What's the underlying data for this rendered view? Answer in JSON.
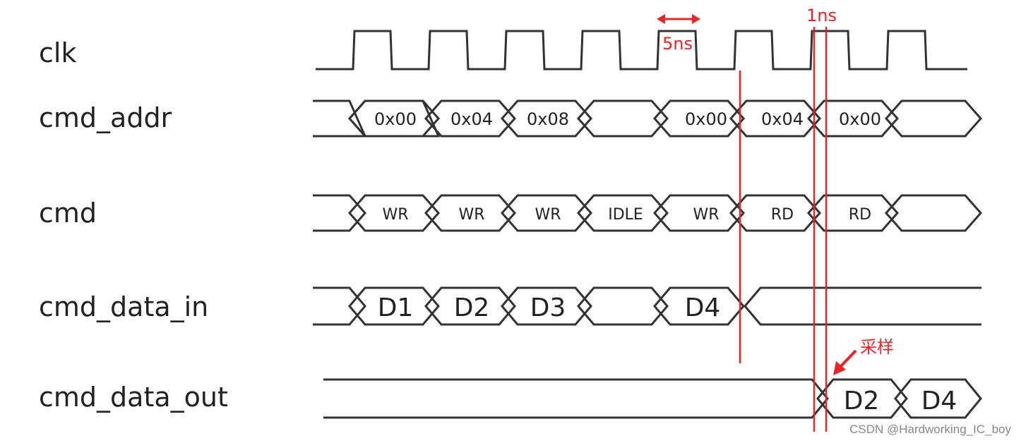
{
  "signals": {
    "clk": "clk",
    "cmd_addr": "cmd_addr",
    "cmd": "cmd",
    "cmd_data_in": "cmd_data_in",
    "cmd_data_out": "cmd_data_out"
  },
  "cmd_addr_values": [
    "0x00",
    "0x04",
    "0x08",
    "",
    "0x00",
    "0x04",
    "0x00",
    ""
  ],
  "cmd_values": [
    "WR",
    "WR",
    "WR",
    "IDLE",
    "WR",
    "RD",
    "RD",
    ""
  ],
  "cmd_data_in_values": [
    "D1",
    "D2",
    "D3",
    "",
    "D4"
  ],
  "cmd_data_out_values": [
    "D2",
    "D4"
  ],
  "annotations": {
    "period": "5ns",
    "delay": "1ns",
    "sample": "采样"
  },
  "colors": {
    "annotation": "#e8262a",
    "wave": "#333333"
  },
  "watermark": "CSDN @Hardworking_IC_boy"
}
